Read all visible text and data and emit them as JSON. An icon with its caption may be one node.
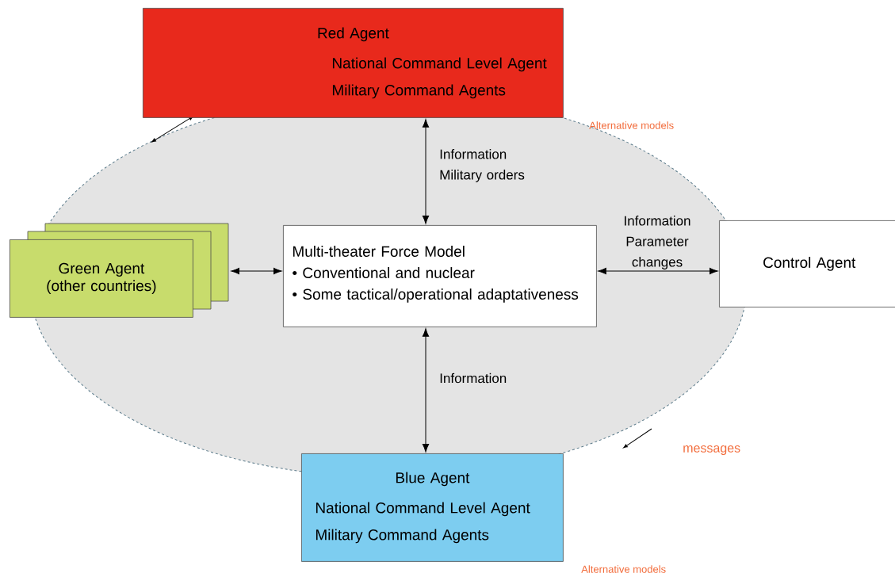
{
  "diagram": {
    "nodes": [
      {
        "text": [
          "Red Agent",
          "National Command Level Agent",
          "Military Command Agents"
        ]
      },
      {
        "text": [
          "Multi-theater Force Model",
          "• Conventional and nuclear",
          "• Some tactical/operational adaptativeness"
        ]
      },
      {
        "text": [
          "Green Agent (other countries)"
        ]
      },
      {
        "text": [
          "Control Agent"
        ]
      },
      {
        "text": [
          "Blue Agent",
          "National Command Level Agent",
          "Military Command Agents"
        ]
      }
    ],
    "edges": [
      {
        "from": 0,
        "to": 1,
        "arrow": "both",
        "label": "Information Military orders"
      },
      {
        "from": 2,
        "to": 1,
        "arrow": "both"
      },
      {
        "from": 1,
        "to": 3,
        "arrow": "both",
        "label": "Information Parameter changes"
      },
      {
        "from": 1,
        "to": 4,
        "arrow": "both",
        "label": "Information"
      }
    ],
    "labels": [
      "Alternative models",
      "messages",
      "Alternative models"
    ]
  }
}
